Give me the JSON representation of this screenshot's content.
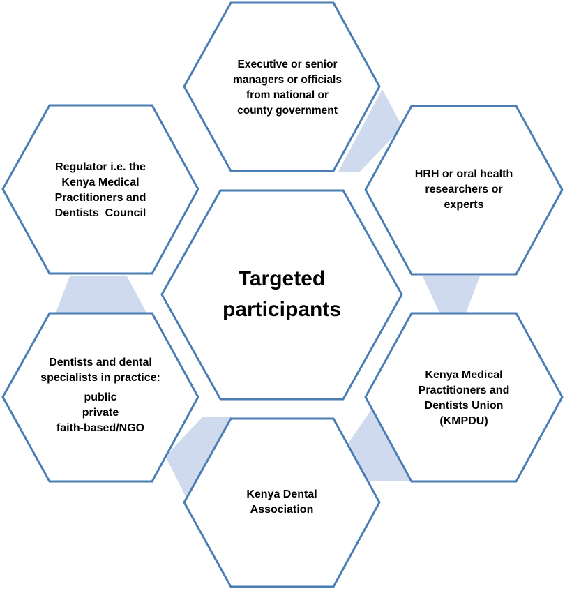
{
  "colors": {
    "hexagon_stroke": "#4a7db4",
    "hexagon_fill": "#ffffff",
    "connector_fill": "#cfdaee",
    "text": "#000000"
  },
  "center": {
    "lines": [
      "Targeted",
      "participants"
    ]
  },
  "nodes": {
    "executives": {
      "lines": [
        "Executive or senior",
        "managers or officials",
        "from national or",
        "county government"
      ]
    },
    "researchers": {
      "lines": [
        "HRH or oral health",
        "researchers or",
        "experts"
      ]
    },
    "union": {
      "lines": [
        "Kenya Medical",
        "Practitioners and",
        "Dentists Union",
        "(KMPDU)"
      ]
    },
    "association": {
      "lines": [
        "Kenya Dental",
        "Association"
      ]
    },
    "dentists": {
      "lines": [
        "Dentists and dental",
        "specialists in practice:"
      ],
      "sublines": [
        "public",
        "private",
        "faith-based/NGO"
      ]
    },
    "regulator": {
      "lines": [
        "Regulator i.e. the",
        "Kenya Medical",
        "Practitioners and",
        "Dentists  Council"
      ]
    }
  }
}
